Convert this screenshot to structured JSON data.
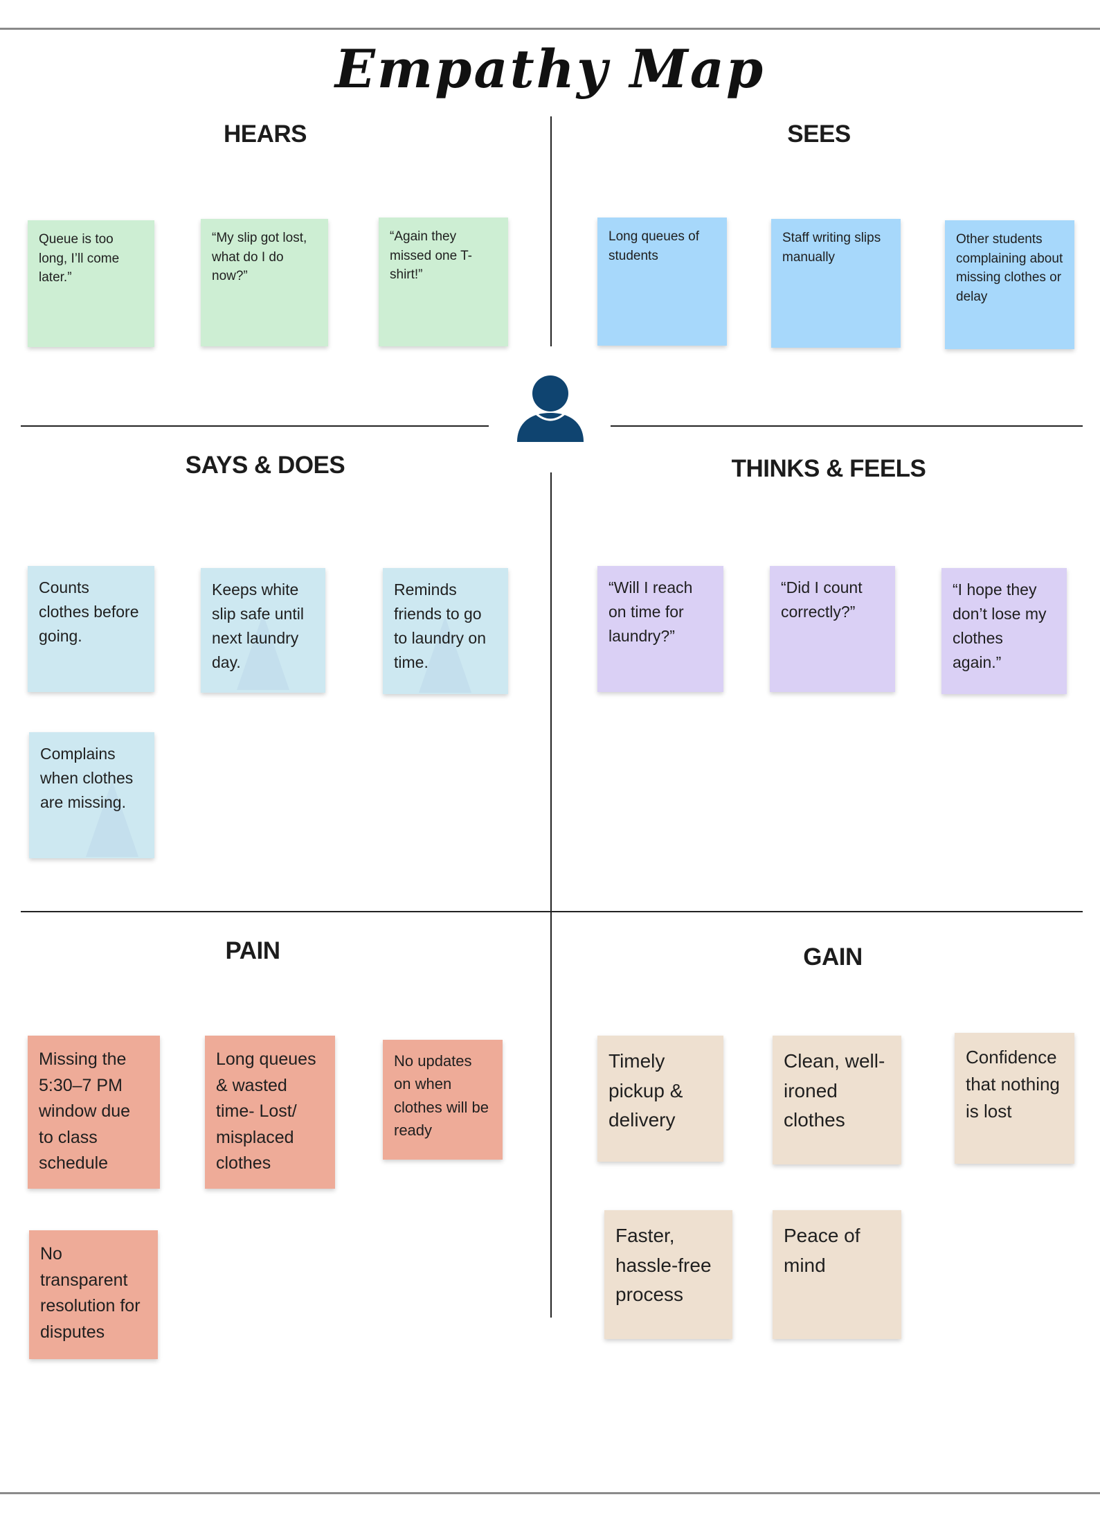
{
  "title": "Empathy Map",
  "sections": {
    "hears": "HEARS",
    "sees": "SEES",
    "says_does": "SAYS & DOES",
    "thinks_feels": "THINKS & FEELS",
    "pain": "PAIN",
    "gain": "GAIN"
  },
  "notes": {
    "hears": [
      "Queue is too long, I’ll come later.”",
      "“My slip got lost, what do I do now?”",
      "“Again they missed one T-shirt!”"
    ],
    "sees": [
      "Long queues of students",
      "Staff writing slips manually",
      "Other students complaining about missing clothes or delay"
    ],
    "says_does": [
      "Counts clothes before going.",
      "Keeps white slip safe until next laundry day.",
      "Reminds friends to go to laundry on time.",
      "Complains when clothes are missing."
    ],
    "thinks_feels": [
      "“Will I reach on time for laundry?”",
      "“Did I count correctly?”",
      "“I hope they don’t lose my clothes again.”"
    ],
    "pain": [
      "Missing the 5:30–7 PM window due to class schedule",
      "Long queues & wasted time- Lost/ misplaced clothes",
      "No updates on when clothes will be ready",
      "No transparent resolution for disputes"
    ],
    "gain": [
      "Timely pickup & delivery",
      "Clean, well-ironed clothes",
      "Confidence that nothing is lost",
      "Faster, hassle-free process",
      "Peace of mind"
    ]
  },
  "colors": {
    "hears": "#cdeed3",
    "sees": "#a7d8fb",
    "says_does": "#cde8f1",
    "thinks_feels": "#dad0f5",
    "pain": "#eeab98",
    "gain": "#eee0d0",
    "person_icon": "#0f4470"
  },
  "icons": {
    "center": "person-icon"
  }
}
